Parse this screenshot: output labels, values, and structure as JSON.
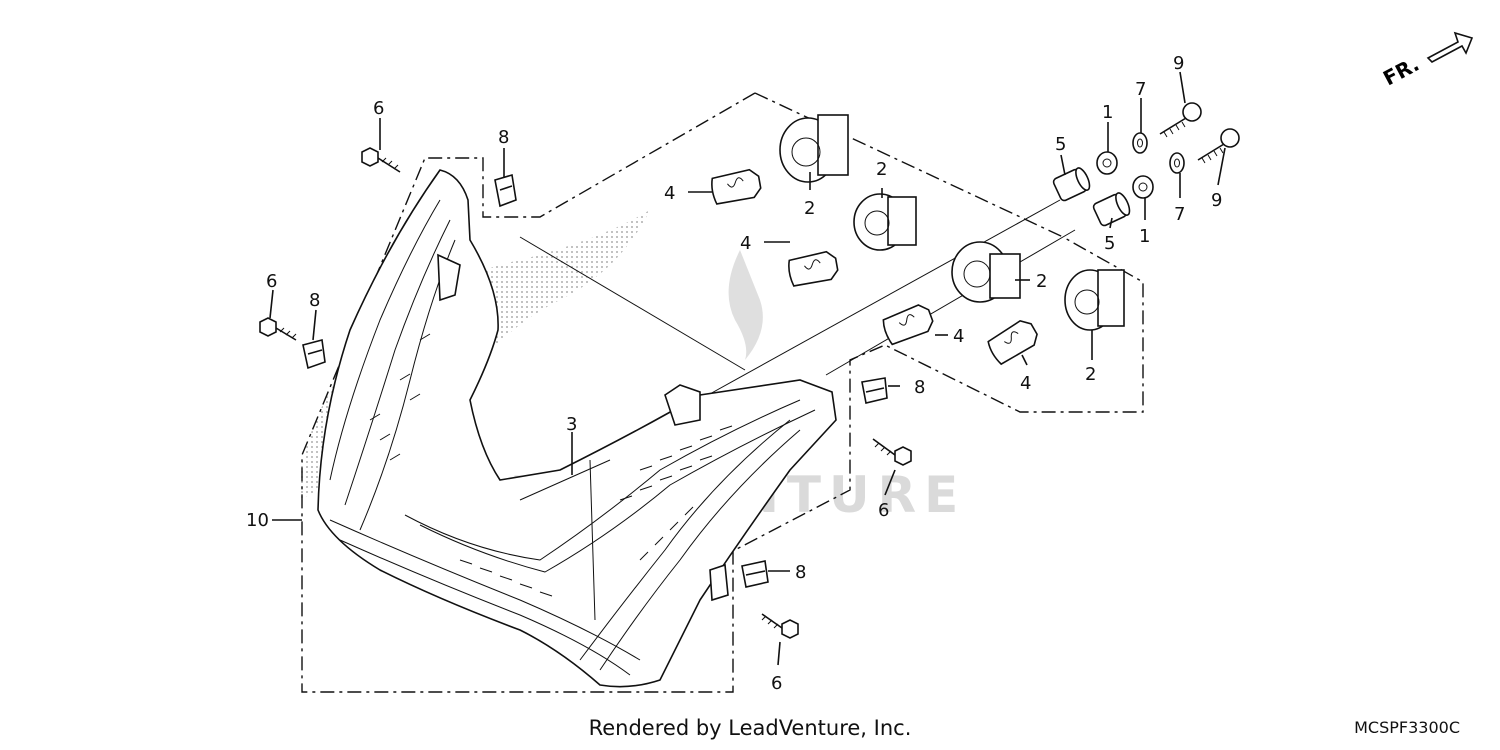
{
  "diagram": {
    "code": "MCSPF3300C",
    "credit": "Rendered by LeadVenture, Inc.",
    "watermark": "LEADVENTURE",
    "direction_label": "FR."
  },
  "callouts": {
    "c1a": "1",
    "c1b": "1",
    "c2a": "2",
    "c2b": "2",
    "c2c": "2",
    "c2d": "2",
    "c3": "3",
    "c4a": "4",
    "c4b": "4",
    "c4c": "4",
    "c4d": "4",
    "c5a": "5",
    "c5b": "5",
    "c6a": "6",
    "c6b": "6",
    "c6c": "6",
    "c6d": "6",
    "c7a": "7",
    "c7b": "7",
    "c8a": "8",
    "c8b": "8",
    "c8c": "8",
    "c8d": "8",
    "c9a": "9",
    "c9b": "9",
    "c10": "10"
  }
}
